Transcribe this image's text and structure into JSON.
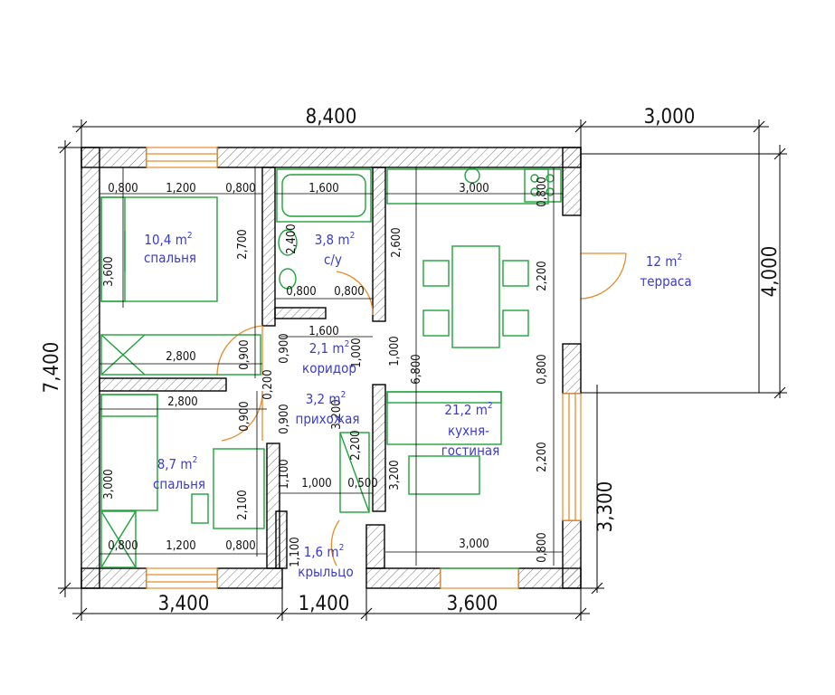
{
  "overall": {
    "top_house": "8,400",
    "top_terrace": "3,000",
    "left_height": "7,400",
    "terrace_depth": "4,000",
    "right_lower": "3,300",
    "bottom_left": "3,400",
    "bottom_mid": "1,400",
    "bottom_right": "3,600"
  },
  "rooms": {
    "bedroom1": {
      "area": "10,4 m",
      "name": "спальня"
    },
    "bathroom": {
      "area": "3,8 m",
      "name": "с/у"
    },
    "terrace": {
      "area": "12 m",
      "name": "терраса"
    },
    "corridor": {
      "area": "2,1 m",
      "name": "коридор"
    },
    "hall": {
      "area": "3,2 m",
      "name": "прихожая"
    },
    "kitchen": {
      "area": "21,2 m",
      "name_line1": "кухня-",
      "name_line2": "гостиная"
    },
    "bedroom2": {
      "area": "8,7 m",
      "name": "спальня"
    },
    "porch": {
      "area": "1,6 m",
      "name": "крыльцо"
    }
  },
  "sup": "2",
  "inner_dims": {
    "b1_top_left": "0,800",
    "b1_top_mid": "1,200",
    "b1_top_right": "0,800",
    "b1_left": "3,600",
    "b1_right": "2,700",
    "b1_bottom": "2,800",
    "bath_top": "1,600",
    "bath_left": "2,400",
    "bath_bot_left": "0,800",
    "bath_bot_right": "0,800",
    "kit_left_top": "2,600",
    "kit_top": "3,000",
    "kit_top_right": "0,800",
    "kit_right1": "2,200",
    "kit_right2": "0,800",
    "kit_right3": "2,200",
    "kit_right4": "0,800",
    "kit_bottom": "3,000",
    "kit_mid": "6,800",
    "kit_left_low": "3,200",
    "corr_top": "1,600",
    "corr_v1": "0,900",
    "corr_v2": "0,900",
    "corr_v3": "1,000",
    "corr_v4": "1,000",
    "corr_small": "0,200",
    "hall_v1": "0,900",
    "hall_v2": "0,900",
    "hall_v3": "3,200",
    "hall_v4": "2,200",
    "hall_1000": "1,000",
    "hall_500": "0,500",
    "hall_100a": "1,100",
    "hall_100b": "1,100",
    "b2_top": "2,800",
    "b2_left": "3,000",
    "b2_right": "2,100",
    "b2_bot_left": "0,800",
    "b2_bot_mid": "1,200",
    "b2_bot_right": "0,800"
  }
}
